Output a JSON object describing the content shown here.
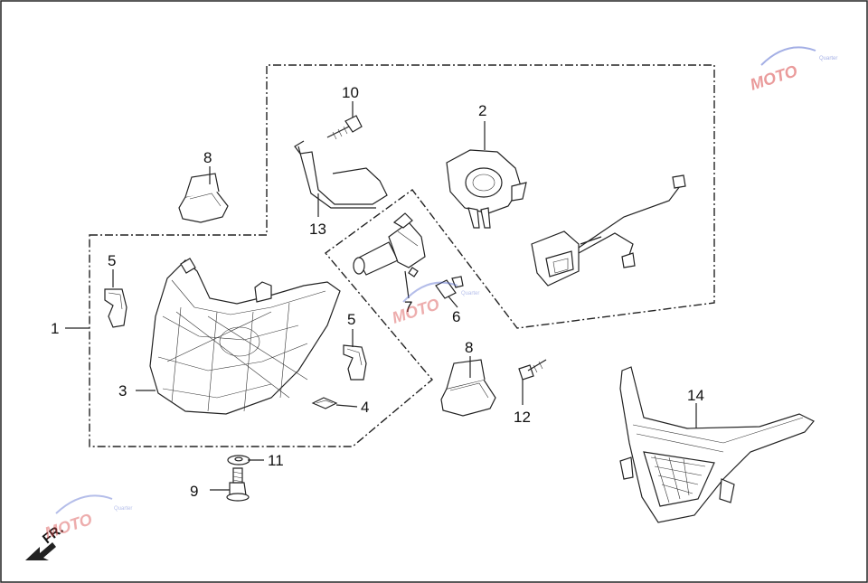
{
  "diagram": {
    "callouts": {
      "c1": "1",
      "c2": "2",
      "c3": "3",
      "c4": "4",
      "c5a": "5",
      "c5b": "5",
      "c6": "6",
      "c7": "7",
      "c8a": "8",
      "c8b": "8",
      "c9": "9",
      "c10": "10",
      "c11": "11",
      "c12": "12",
      "c13": "13",
      "c14": "14"
    },
    "direction_label": "FR.",
    "watermark_text": "MOTO",
    "watermark_tagline": "Quarter"
  },
  "colors": {
    "line": "#222222",
    "watermark_red": "#d94b4b",
    "watermark_blue": "#5a6fd0"
  }
}
